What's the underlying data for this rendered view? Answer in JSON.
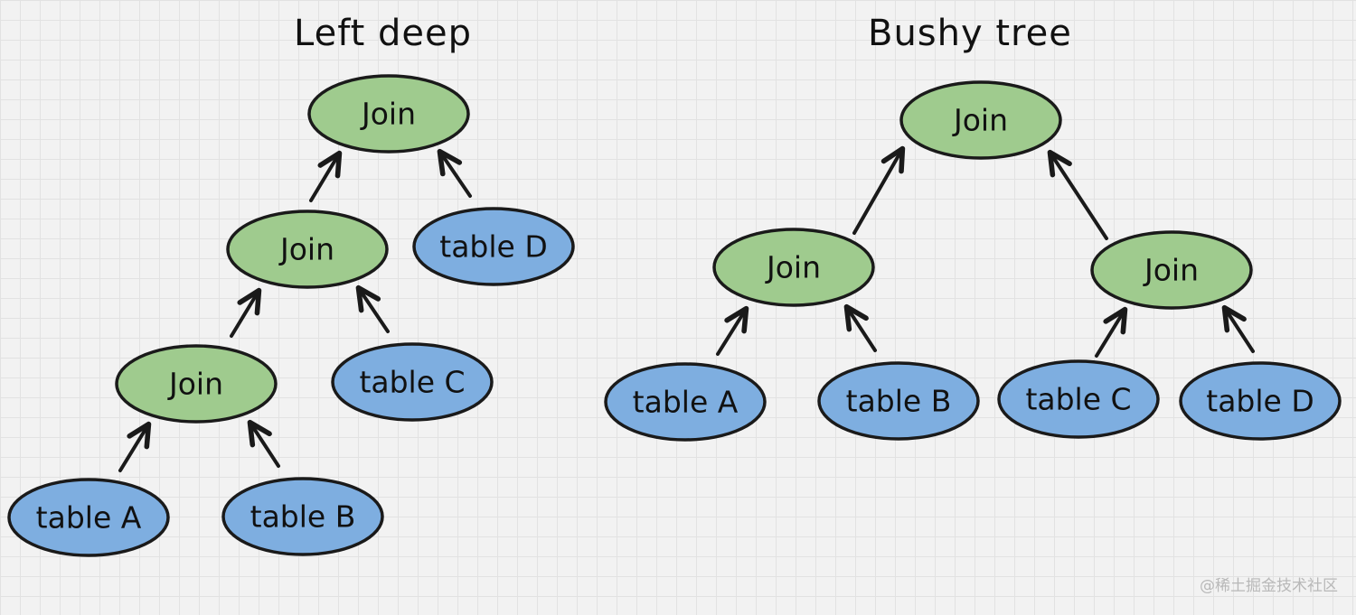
{
  "titles": {
    "left": "Left deep",
    "right": "Bushy tree"
  },
  "watermark": "@稀土掘金技术社区",
  "colors": {
    "join_fill": "#9fcb8e",
    "table_fill": "#7eaee0",
    "outline": "#1a1a1a",
    "arrow": "#1a1a1a"
  },
  "left_deep": {
    "nodes": [
      {
        "id": "ld-join-root",
        "kind": "join",
        "label": "Join"
      },
      {
        "id": "ld-join-mid",
        "kind": "join",
        "label": "Join"
      },
      {
        "id": "ld-table-d",
        "kind": "table",
        "label": "table D"
      },
      {
        "id": "ld-join-low",
        "kind": "join",
        "label": "Join"
      },
      {
        "id": "ld-table-c",
        "kind": "table",
        "label": "table C"
      },
      {
        "id": "ld-table-a",
        "kind": "table",
        "label": "table A"
      },
      {
        "id": "ld-table-b",
        "kind": "table",
        "label": "table B"
      }
    ],
    "edges": [
      {
        "from": "ld-join-mid",
        "to": "ld-join-root"
      },
      {
        "from": "ld-table-d",
        "to": "ld-join-root"
      },
      {
        "from": "ld-join-low",
        "to": "ld-join-mid"
      },
      {
        "from": "ld-table-c",
        "to": "ld-join-mid"
      },
      {
        "from": "ld-table-a",
        "to": "ld-join-low"
      },
      {
        "from": "ld-table-b",
        "to": "ld-join-low"
      }
    ]
  },
  "bushy_tree": {
    "nodes": [
      {
        "id": "bt-join-root",
        "kind": "join",
        "label": "Join"
      },
      {
        "id": "bt-join-left",
        "kind": "join",
        "label": "Join"
      },
      {
        "id": "bt-join-right",
        "kind": "join",
        "label": "Join"
      },
      {
        "id": "bt-table-a",
        "kind": "table",
        "label": "table A"
      },
      {
        "id": "bt-table-b",
        "kind": "table",
        "label": "table B"
      },
      {
        "id": "bt-table-c",
        "kind": "table",
        "label": "table C"
      },
      {
        "id": "bt-table-d",
        "kind": "table",
        "label": "table D"
      }
    ],
    "edges": [
      {
        "from": "bt-join-left",
        "to": "bt-join-root"
      },
      {
        "from": "bt-join-right",
        "to": "bt-join-root"
      },
      {
        "from": "bt-table-a",
        "to": "bt-join-left"
      },
      {
        "from": "bt-table-b",
        "to": "bt-join-left"
      },
      {
        "from": "bt-table-c",
        "to": "bt-join-right"
      },
      {
        "from": "bt-table-d",
        "to": "bt-join-right"
      }
    ]
  }
}
